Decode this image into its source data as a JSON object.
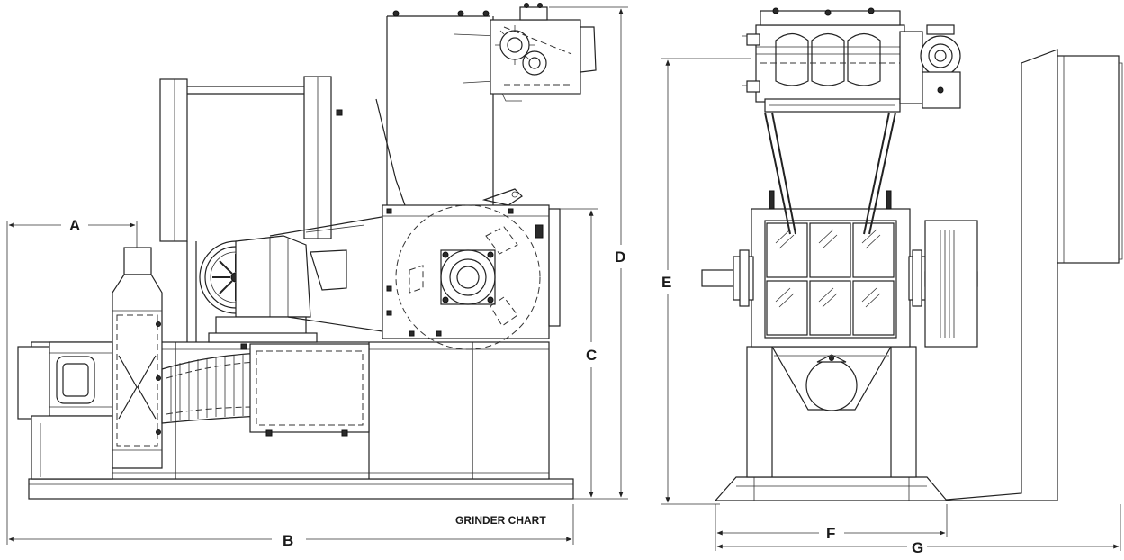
{
  "title": "GRINDER CHART",
  "dimensions": {
    "a": "A",
    "b": "B",
    "c": "C",
    "d": "D",
    "e": "E",
    "f": "F",
    "g": "G"
  }
}
